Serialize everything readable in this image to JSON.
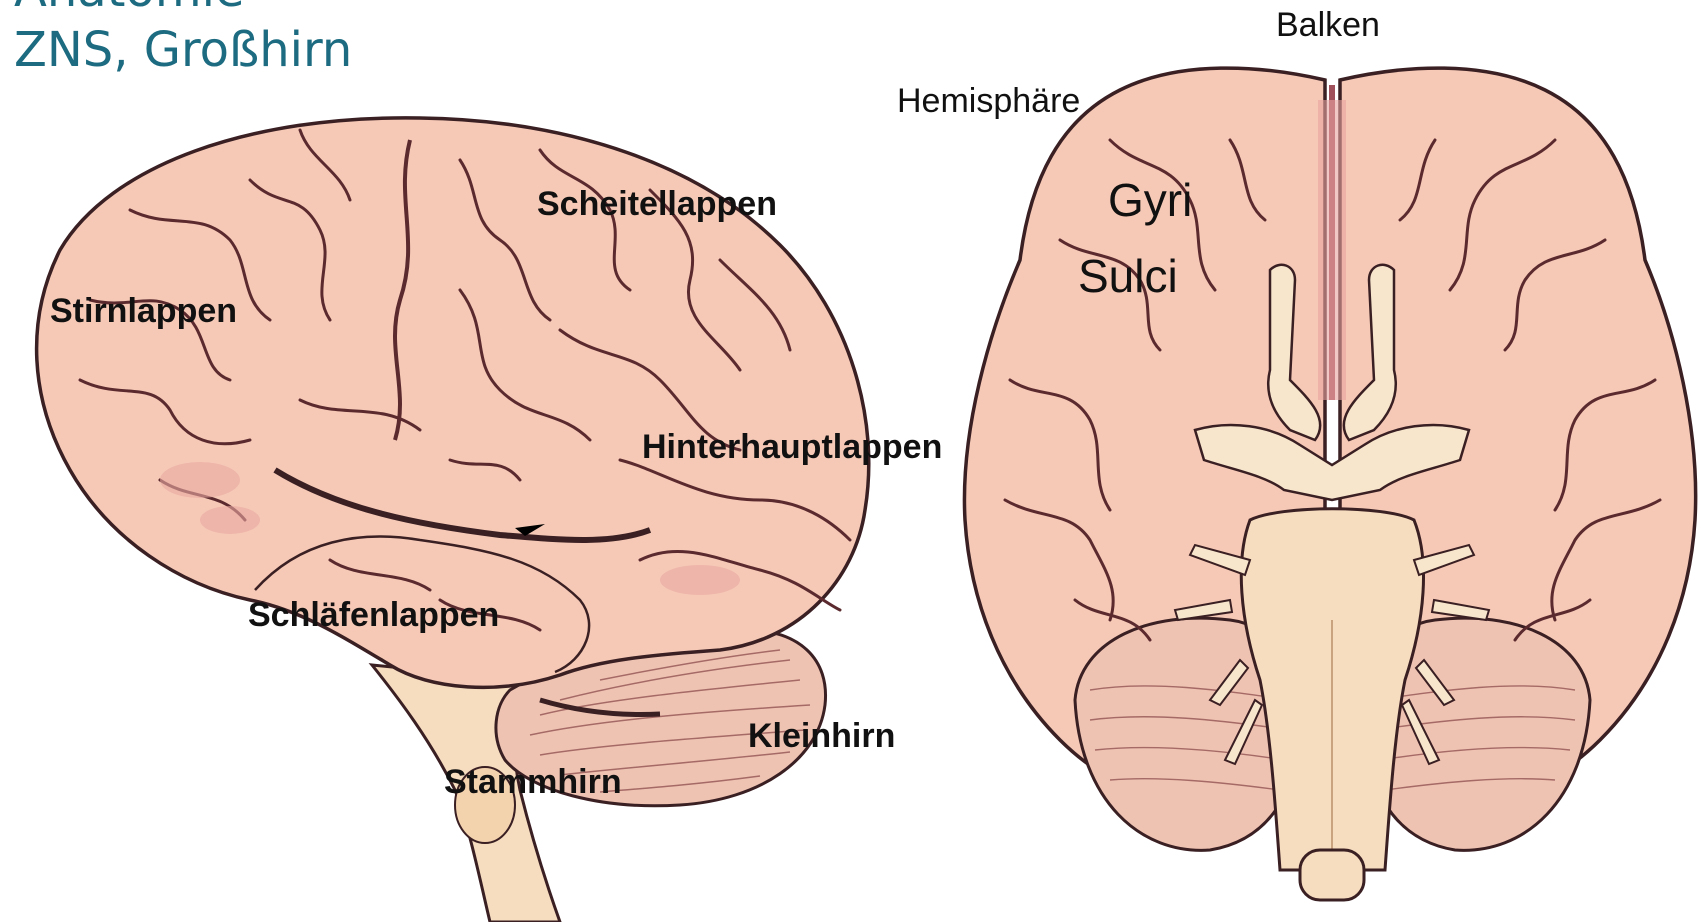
{
  "header": {
    "title_partial": "Anatomie",
    "subtitle": "ZNS, Großhirn"
  },
  "colors": {
    "heading": "#1c6b80",
    "cortex_fill": "#f6c9b6",
    "cortex_stroke": "#3a1f23",
    "sulcus_dark": "#6a3035",
    "gyrus_highlight": "#fbdccd",
    "cerebellum_fill": "#efc3b2",
    "brainstem_fill": "#f7ddbf",
    "nerve_fill": "#f7e6cc"
  },
  "lateral_view": {
    "labels": {
      "parietal": "Scheitellappen",
      "frontal": "Stirnlappen",
      "occipital": "Hinterhauptlappen",
      "temporal": "Schläfenlappen",
      "cerebellum": "Kleinhirn",
      "brainstem": "Stammhirn"
    }
  },
  "inferior_view": {
    "labels": {
      "corpus_callosum": "Balken",
      "hemisphere": "Hemisphäre",
      "gyri": "Gyri",
      "sulci": "Sulci"
    }
  }
}
